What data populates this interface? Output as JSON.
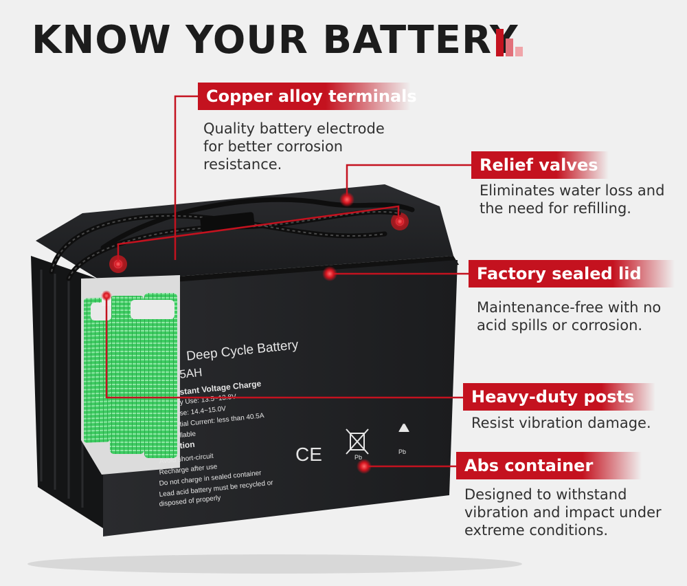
{
  "title": "KNOW YOUR BATTERY",
  "colors": {
    "accent": "#c4121f",
    "accent_light": "#f0a5a9",
    "title": "#1c1c1c",
    "text": "#303030",
    "background": "#f0f0f0",
    "battery_case": "#1e1f21",
    "cell_green": "#3ecc62"
  },
  "title_icon": "bar-chart-icon",
  "battery": {
    "product_name": "Deep Cycle Battery",
    "capacity_fragment": "5AH",
    "charge_heading": "stant Voltage Charge",
    "spec_lines": [
      "y Use: 13.5~13.8V",
      "se: 14.4~15.0V",
      "tial Current: less than 40.5A",
      "llable"
    ],
    "caution_heading": "tion",
    "caution_lines": [
      "Avoid short-circuit",
      "Recharge after use",
      "Do not charge in sealed container",
      "Lead acid battery must be recycled or",
      "disposed of properly"
    ],
    "ce_mark": "CE",
    "pb_label": "Pb",
    "icons": [
      "ce-mark-icon",
      "crossed-bin-icon",
      "recycle-icon"
    ]
  },
  "features": [
    {
      "id": "copper-alloy-terminals",
      "label": "Copper alloy terminals",
      "description": [
        "Quality battery electrode",
        "for better corrosion",
        "resistance."
      ]
    },
    {
      "id": "relief-valves",
      "label": "Relief valves",
      "description": [
        "Eliminates water loss and",
        "the need for refilling."
      ]
    },
    {
      "id": "factory-sealed-lid",
      "label": "Factory sealed lid",
      "description": [
        "Maintenance-free with no",
        "acid spills or corrosion."
      ]
    },
    {
      "id": "heavy-duty-posts",
      "label": "Heavy-duty posts",
      "description": [
        "Resist vibration damage."
      ]
    },
    {
      "id": "abs-container",
      "label": "Abs container",
      "description": [
        "Designed to withstand",
        "vibration and impact under",
        "extreme conditions."
      ]
    }
  ]
}
